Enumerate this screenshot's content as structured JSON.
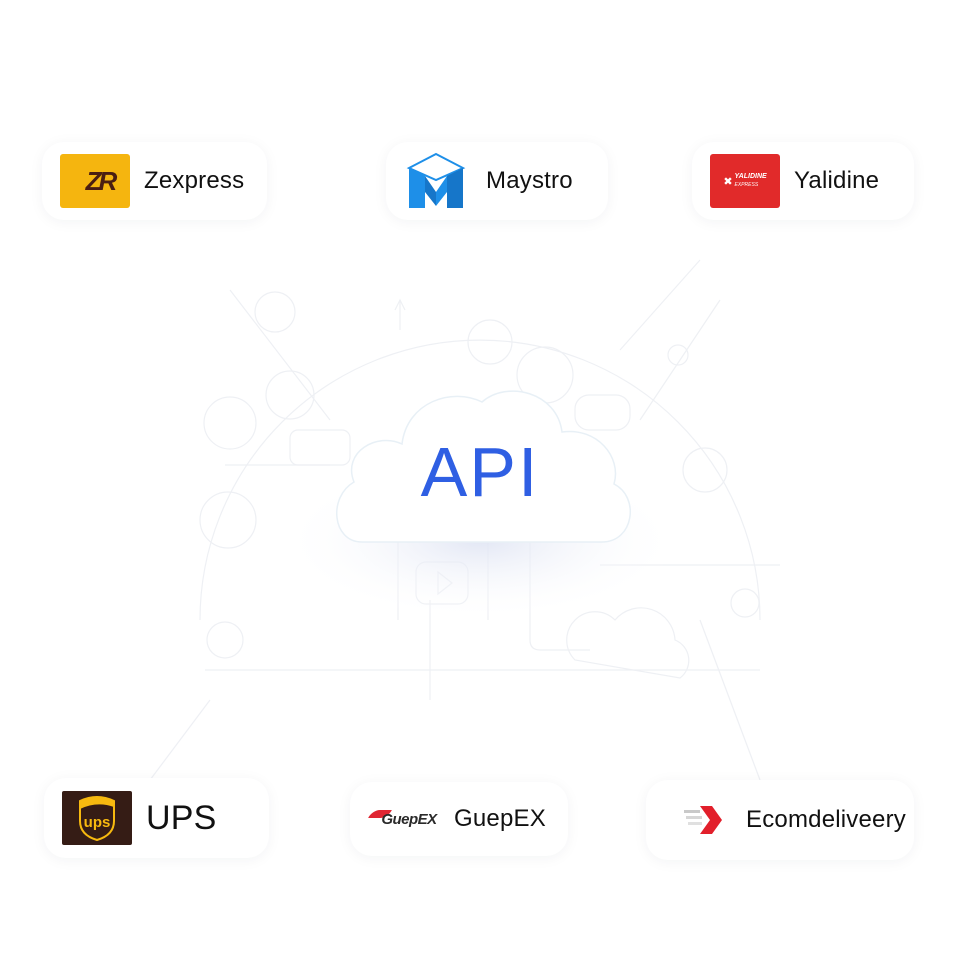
{
  "center": {
    "label": "API",
    "color": "#2f5fe3",
    "icon": "cloud-icon"
  },
  "providers": [
    {
      "name": "Zexpress",
      "logo": "zexpress-logo",
      "logo_text": "ZR",
      "logo_bg": "#f5b50f",
      "logo_fg": "#4a1d12"
    },
    {
      "name": "Maystro",
      "logo": "maystro-logo",
      "logo_color": "#1e8fe8"
    },
    {
      "name": "Yalidine",
      "logo": "yalidine-logo",
      "logo_text": "YALIDINE",
      "logo_subtext": "EXPRESS",
      "logo_bg": "#e12a2a",
      "logo_fg": "#ffffff"
    },
    {
      "name": "UPS",
      "logo": "ups-logo",
      "logo_text": "ups",
      "logo_bg": "#351c15",
      "logo_fg": "#f7b90f"
    },
    {
      "name": "GuepEX",
      "logo": "guepex-logo",
      "logo_text": "GuepEX",
      "logo_accent": "#e02633"
    },
    {
      "name": "Ecomdeliveery",
      "logo": "ecomdelivery-logo",
      "logo_color": "#e21f2b"
    }
  ]
}
